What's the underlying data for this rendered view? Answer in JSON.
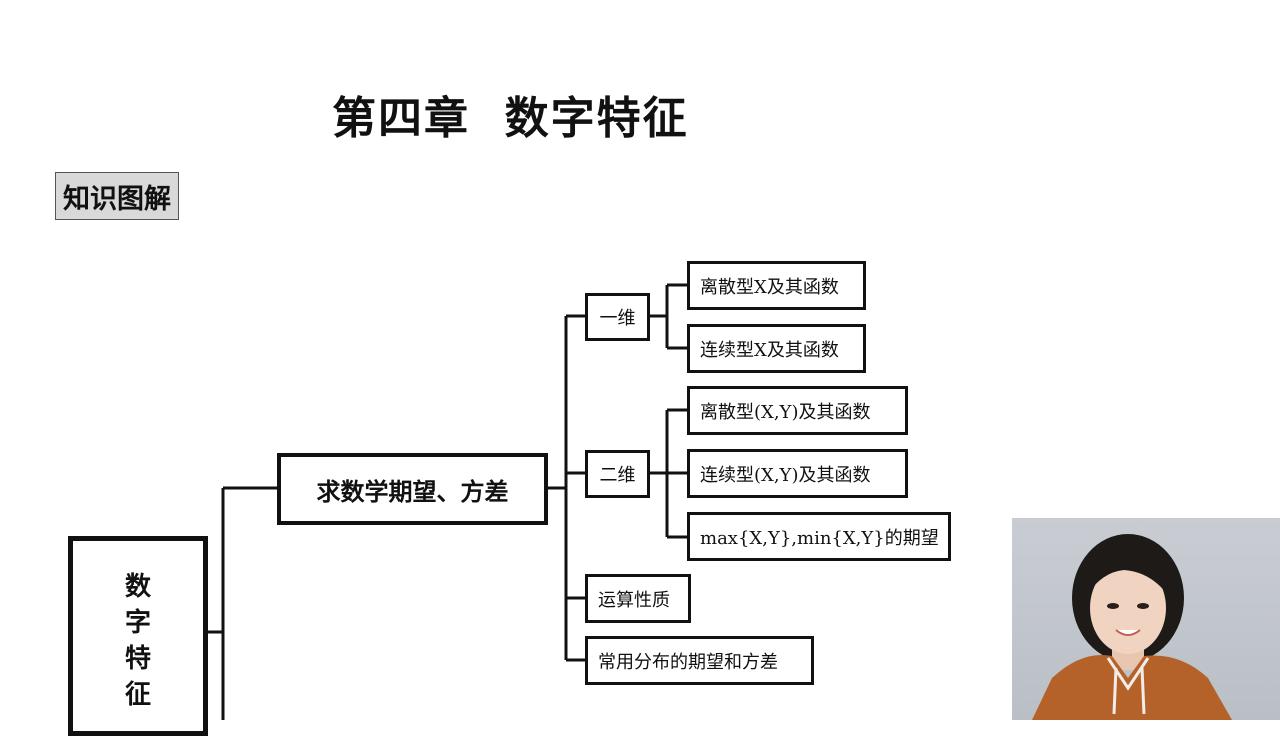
{
  "page": {
    "title": "第四章  数字特征",
    "tag": "知识图解"
  },
  "diagram": {
    "root": "数字特征",
    "branch": "求数学期望、方差",
    "groups": [
      {
        "label": "一维",
        "items": [
          "离散型X及其函数",
          "连续型X及其函数"
        ]
      },
      {
        "label": "二维",
        "items": [
          "离散型(X,Y)及其函数",
          "连续型(X,Y)及其函数",
          "max{X,Y},min{X,Y}的期望"
        ]
      }
    ],
    "leaves": [
      "运算性质",
      "常用分布的期望和方差"
    ]
  },
  "colors": {
    "line": "#111111",
    "tag_bg": "#d9d9d9",
    "webcam_bg": "#c2c7cd",
    "hoodie": "#b5622a"
  }
}
